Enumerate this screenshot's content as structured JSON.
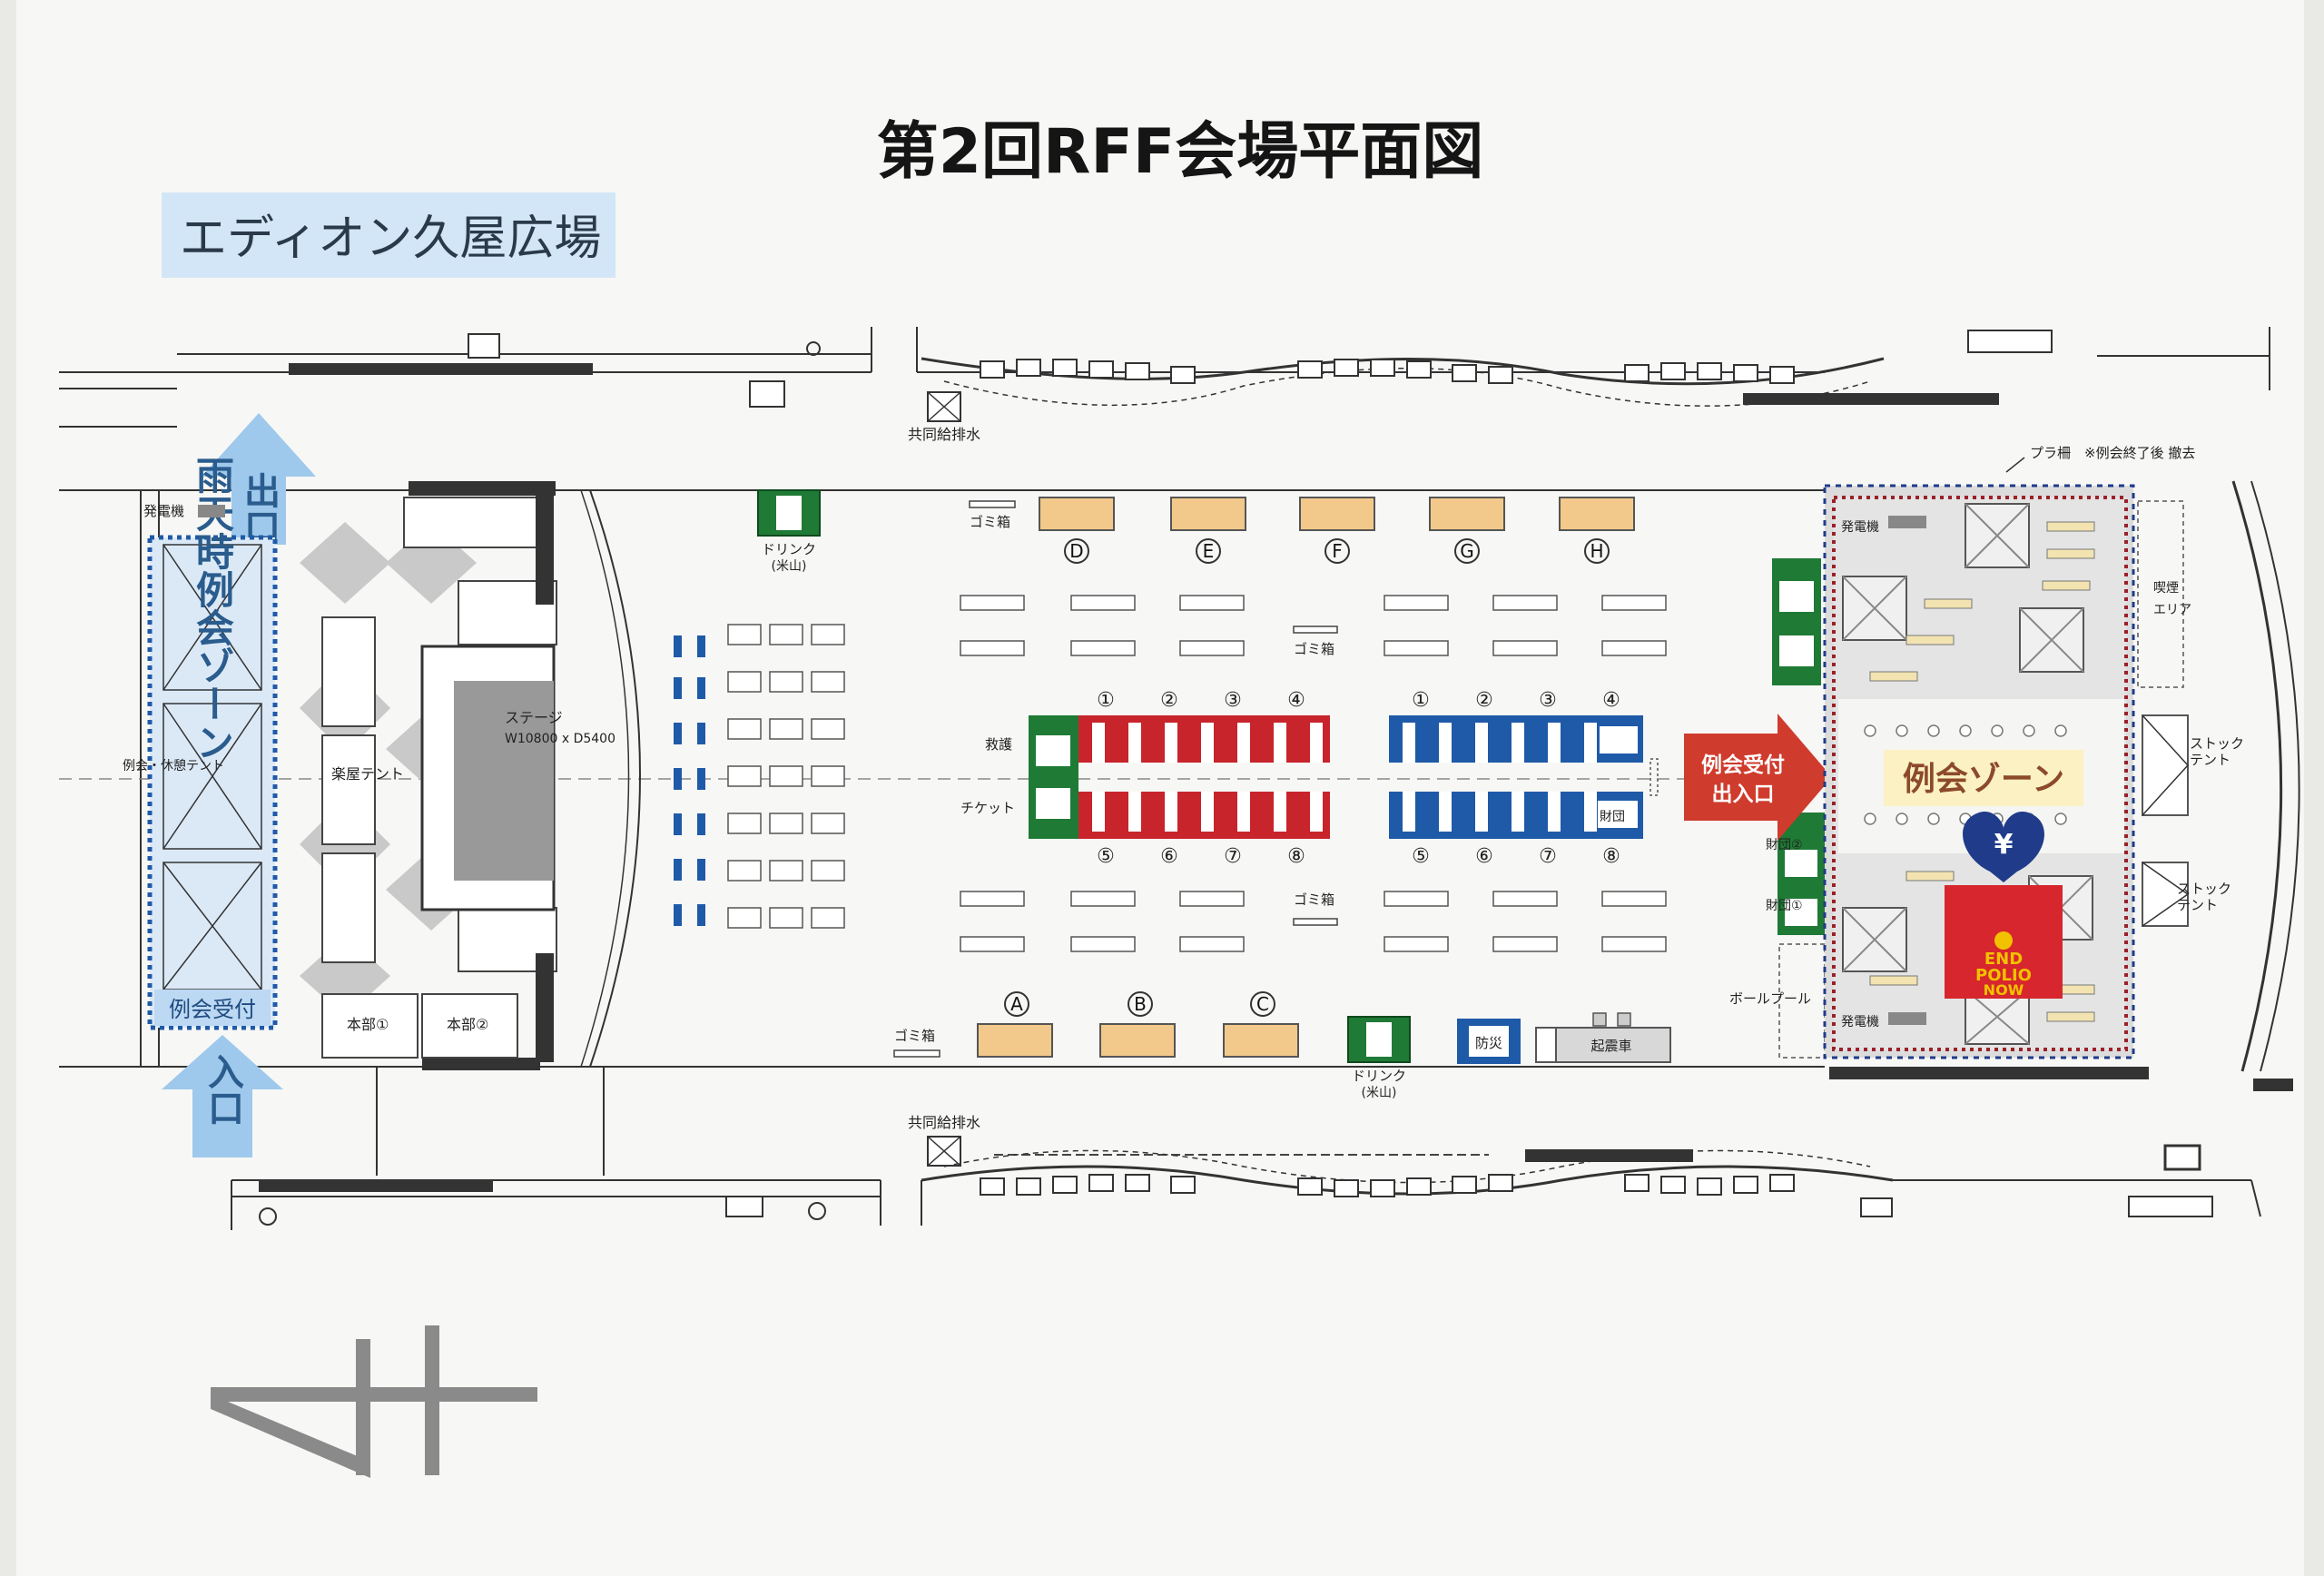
{
  "title": "第2回RFF会場平面図",
  "venue_name": "エディオン久屋広場",
  "arrows": {
    "exit": "出口",
    "entrance": "入口"
  },
  "rain_zone": {
    "label": "雨天時例会ゾーン",
    "reception": "例会受付"
  },
  "left_labels": {
    "generator": "発電機",
    "rest_tent": "例会・休憩テント"
  },
  "stage": {
    "tent": "楽屋テント",
    "label": "ステージ",
    "size": "W10800 x D5400",
    "hq1": "本部①",
    "hq2": "本部②"
  },
  "drink_top": {
    "line1": "ドリンク",
    "line2": "(米山)"
  },
  "drink_bottom": {
    "line1": "ドリンク",
    "line2": "(米山)"
  },
  "water_top": "共同給排水",
  "water_bottom": "共同給排水",
  "trash": "ゴミ箱",
  "booths_top": [
    "D",
    "E",
    "F",
    "G",
    "H"
  ],
  "booths_bottom": [
    "A",
    "B",
    "C"
  ],
  "red_numbers_top": [
    "①",
    "②",
    "③",
    "④"
  ],
  "red_numbers_bottom": [
    "⑤",
    "⑥",
    "⑦",
    "⑧"
  ],
  "blue_numbers_top": [
    "①",
    "②",
    "③",
    "④"
  ],
  "blue_numbers_bottom": [
    "⑤",
    "⑥",
    "⑦",
    "⑧"
  ],
  "service": {
    "relief": "救護",
    "ticket": "チケット",
    "foundation": "財団"
  },
  "disaster": "防災",
  "earthquake_car": "起震車",
  "ball_pool": "ボールプール",
  "foundation2": "財団②",
  "foundation1": "財団①",
  "reception_arrow": {
    "line1": "例会受付",
    "line2": "出入口"
  },
  "meeting_zone": "例会ゾーン",
  "plastic_fence": "プラ柵　※例会終了後 撤去",
  "smoking": {
    "line1": "喫煙",
    "line2": "エリア"
  },
  "stock_tent1": {
    "line1": "ストック",
    "line2": "テント"
  },
  "stock_tent2": {
    "line1": "ストック",
    "line2": "テント"
  },
  "generator_right1": "発電機",
  "generator_right2": "発電機",
  "polio": {
    "yen": "¥",
    "line1": "END",
    "line2": "POLIO",
    "line3": "NOW"
  },
  "colors": {
    "red": "#c8242b",
    "blue": "#1f5aa8",
    "green": "#1f7a35",
    "booth": "#f2c98a",
    "banner": "#d3e6f7",
    "arrow_blue": "#9fc9ec",
    "arrow_red": "#cf3b2c"
  }
}
